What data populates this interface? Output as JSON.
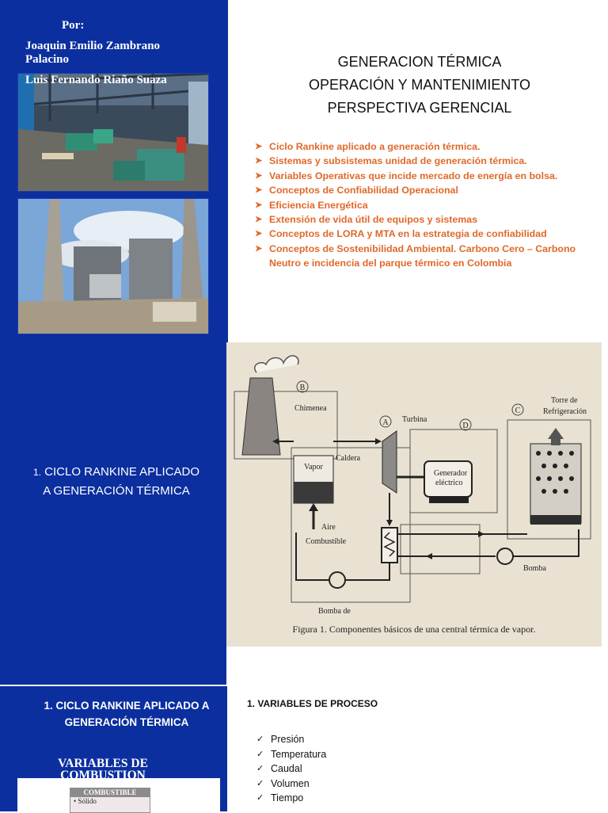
{
  "slide1": {
    "por_label": "Por:",
    "author1_line1": "Joaquin Emilio Zambrano",
    "author1_line2": "Palacino",
    "author2": "Luis Fernando Riaño Suaza",
    "title_lines": [
      "GENERACION TÉRMICA",
      "OPERACIÓN Y MANTENIMIENTO",
      "PERSPECTIVA GERENCIAL"
    ],
    "topics": [
      "Ciclo Rankine aplicado a generación térmica.",
      "Sistemas y subsistemas unidad de generación térmica.",
      "Variables Operativas que incide mercado de energía en bolsa.",
      "Conceptos de Confiabilidad Operacional",
      "Eficiencia Energética",
      "Extensión de vida útil de equipos y sistemas",
      "Conceptos de LORA y MTA en la estrategia de confiabilidad",
      "Conceptos de Sostenibilidad Ambiental. Carbono Cero – Carbono Neutro e incidencia del parque térmico en Colombia"
    ],
    "colors": {
      "panel": "#0b2f9f",
      "topic_text": "#e0692a"
    }
  },
  "slide2": {
    "number": "1.",
    "title_line1": "CICLO RANKINE APLICADO",
    "title_line2": "A GENERACIÓN TÉRMICA",
    "figure": {
      "label_b": "B",
      "label_a": "A",
      "label_d": "D",
      "label_c": "C",
      "chimenea": "Chimenea",
      "turbina": "Turbina",
      "caldera": "Caldera",
      "vapor": "Vapor",
      "generador_line1": "Generador",
      "generador_line2": "eléctrico",
      "torre_line1": "Torre de",
      "torre_line2": "Refrigeración",
      "aire": "Aire",
      "combustible": "Combustible",
      "bomba": "Bomba",
      "bomba_de": "Bomba de",
      "caption": "Figura 1. Componentes básicos de una central térmica de vapor."
    }
  },
  "slide3": {
    "title_line1": "1. CICLO RANKINE APLICADO A",
    "title_line2": "GENERACIÓN TÉRMICA",
    "sub_line1": "VARIABLES DE",
    "sub_line2": "COMBUSTION",
    "combustible_box_title": "COMBUSTIBLE",
    "combustible_box_item": "• Sólido",
    "process_heading": "1.  VARIABLES DE PROCESO",
    "process_vars": [
      "Presión",
      "Temperatura",
      "Caudal",
      "Volumen",
      "Tiempo"
    ]
  }
}
